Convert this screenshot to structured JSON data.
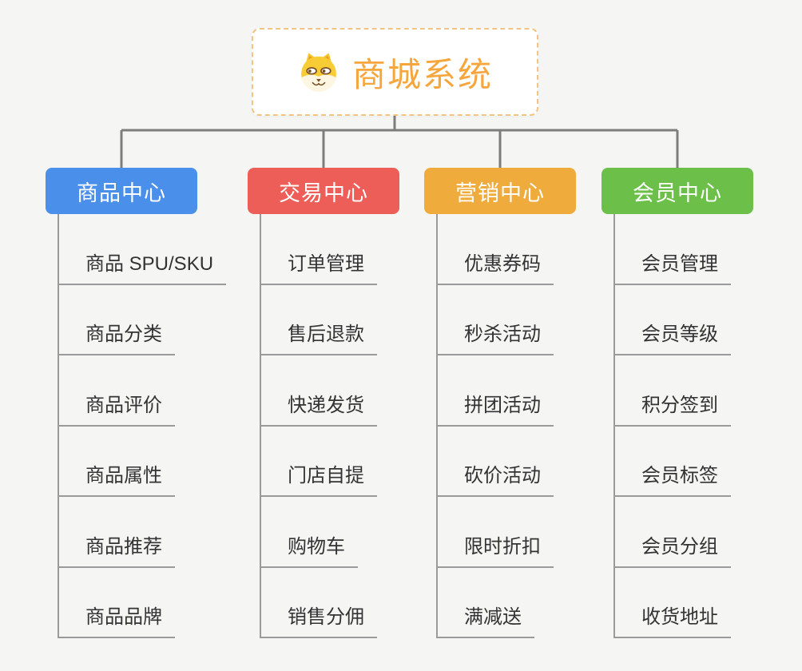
{
  "root": {
    "title": "商城系统",
    "icon": "dog-face-icon"
  },
  "branches": [
    {
      "label": "商品中心",
      "color": "#4a8fea",
      "items": [
        "商品 SPU/SKU",
        "商品分类",
        "商品评价",
        "商品属性",
        "商品推荐",
        "商品品牌"
      ]
    },
    {
      "label": "交易中心",
      "color": "#ec5e57",
      "items": [
        "订单管理",
        "售后退款",
        "快递发货",
        "门店自提",
        "购物车",
        "销售分佣"
      ]
    },
    {
      "label": "营销中心",
      "color": "#efac3d",
      "items": [
        "优惠券码",
        "秒杀活动",
        "拼团活动",
        "砍价活动",
        "限时折扣",
        "满减送"
      ]
    },
    {
      "label": "会员中心",
      "color": "#6cc04a",
      "items": [
        "会员管理",
        "会员等级",
        "积分签到",
        "会员标签",
        "会员分组",
        "收货地址"
      ]
    }
  ],
  "colors": {
    "background": "#f5f5f4",
    "root_text": "#f5a63c",
    "root_border": "#f2c383",
    "branch_connector": "#7d7d7d",
    "leaf_line": "#9a9a9a",
    "leaf_text": "#333333",
    "node_text": "#ffffff"
  }
}
